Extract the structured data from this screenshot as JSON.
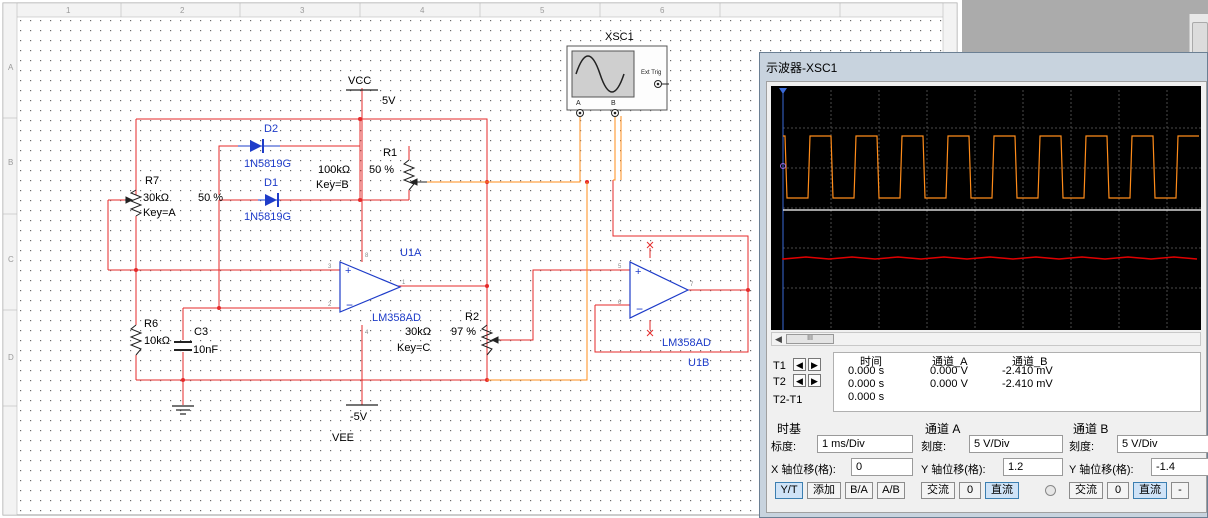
{
  "schematic": {
    "supply_top": "VCC",
    "supply_top_value": "5V",
    "supply_bottom": "VEE",
    "supply_bottom_value": "-5V",
    "instrument": "XSC1",
    "instrument_ext_trig": "Ext Trig",
    "instrument_ch_a": "A",
    "instrument_ch_b": "B",
    "d2": {
      "ref": "D2",
      "part": "1N5819G"
    },
    "d1": {
      "ref": "D1",
      "part": "1N5819G"
    },
    "r1": {
      "ref": "R1",
      "value": "100kΩ",
      "key": "Key=B",
      "pct": "50 %"
    },
    "r7": {
      "ref": "R7",
      "value": "30kΩ",
      "key": "Key=A",
      "pct": "50 %"
    },
    "r6": {
      "ref": "R6",
      "value": "10kΩ"
    },
    "c3": {
      "ref": "C3",
      "value": "10nF"
    },
    "r2": {
      "ref": "R2",
      "value": "30kΩ",
      "key": "Key=C",
      "pct": "97 %"
    },
    "u1a": {
      "ref": "U1A",
      "part": "LM358AD"
    },
    "u1b": {
      "ref": "U1B",
      "part": "LM358AD"
    },
    "pin_labels": [
      "3",
      "2",
      "5",
      "6",
      "8",
      "4",
      "1",
      "7"
    ],
    "border_numbers": [
      "1",
      "2",
      "3",
      "4",
      "5",
      "6"
    ],
    "border_letters": [
      "A",
      "B",
      "C",
      "D"
    ]
  },
  "scope": {
    "title": "示波器-XSC1",
    "trace_a_color": "#ff8c1a",
    "trace_b_color": "#e00000",
    "t1": "T1",
    "t2": "T2",
    "t2_t1": "T2-T1",
    "col_time": "时间",
    "col_a": "通道_A",
    "col_b": "通道_B",
    "row_t1": {
      "time": "0.000 s",
      "a": "0.000 V",
      "b": "-2.410 mV"
    },
    "row_t2": {
      "time": "0.000 s",
      "a": "0.000 V",
      "b": "-2.410 mV"
    },
    "row_diff": {
      "time": "0.000 s"
    },
    "timebase": {
      "title": "时基",
      "scale_label": "标度:",
      "scale_value": "1 ms/Div",
      "xpos_label": "X 轴位移(格):",
      "xpos_value": "0"
    },
    "timebase_buttons": [
      "Y/T",
      "添加",
      "B/A",
      "A/B"
    ],
    "channel_a": {
      "title": "通道 A",
      "scale_label": "刻度:",
      "scale_value": "5  V/Div",
      "ypos_label": "Y 轴位移(格):",
      "ypos_value": "1.2"
    },
    "channel_b": {
      "title": "通道 B",
      "scale_label": "刻度:",
      "scale_value": "5  V/Div",
      "ypos_label": "Y 轴位移(格):",
      "ypos_value": "-1.4"
    },
    "coupling_ac": "交流",
    "coupling_zero": "0",
    "coupling_dc": "直流",
    "minus": "-",
    "scroll_thumb": "III"
  }
}
